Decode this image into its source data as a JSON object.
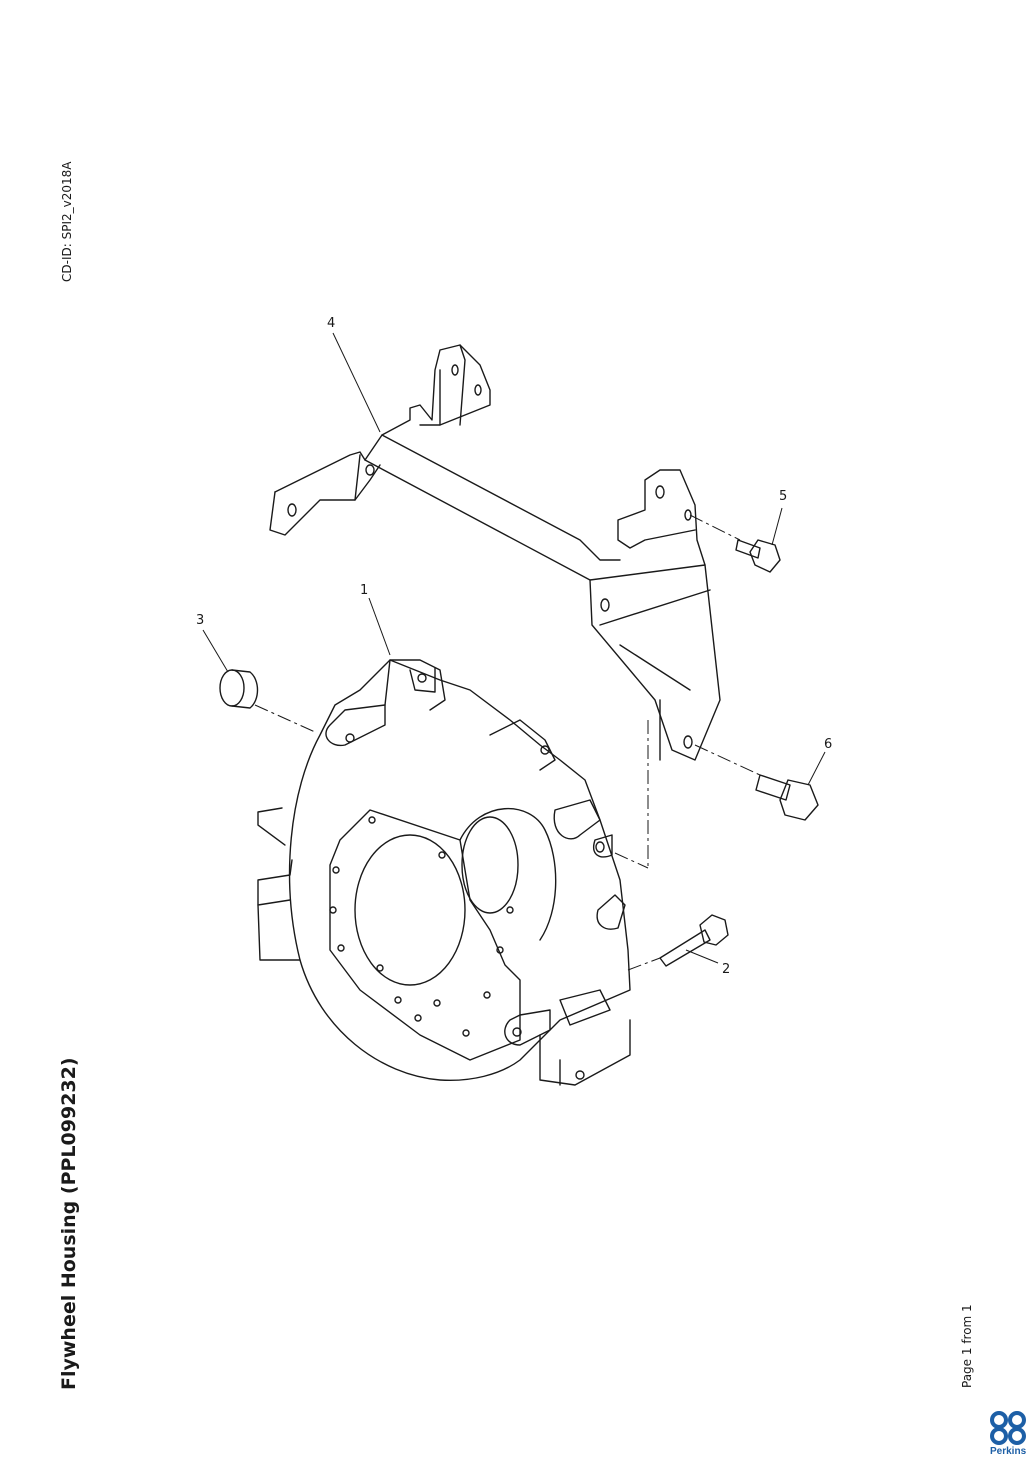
{
  "header": {
    "cd_id": "CD-ID: SPI2_v2018A"
  },
  "document": {
    "title": "Flywheel Housing (PPL099232)",
    "page": "Page 1 from 1"
  },
  "diagram": {
    "callouts": [
      "1",
      "2",
      "3",
      "4",
      "5",
      "6"
    ]
  },
  "brand": {
    "name": "Perkins",
    "color": "#1d5fa6"
  }
}
